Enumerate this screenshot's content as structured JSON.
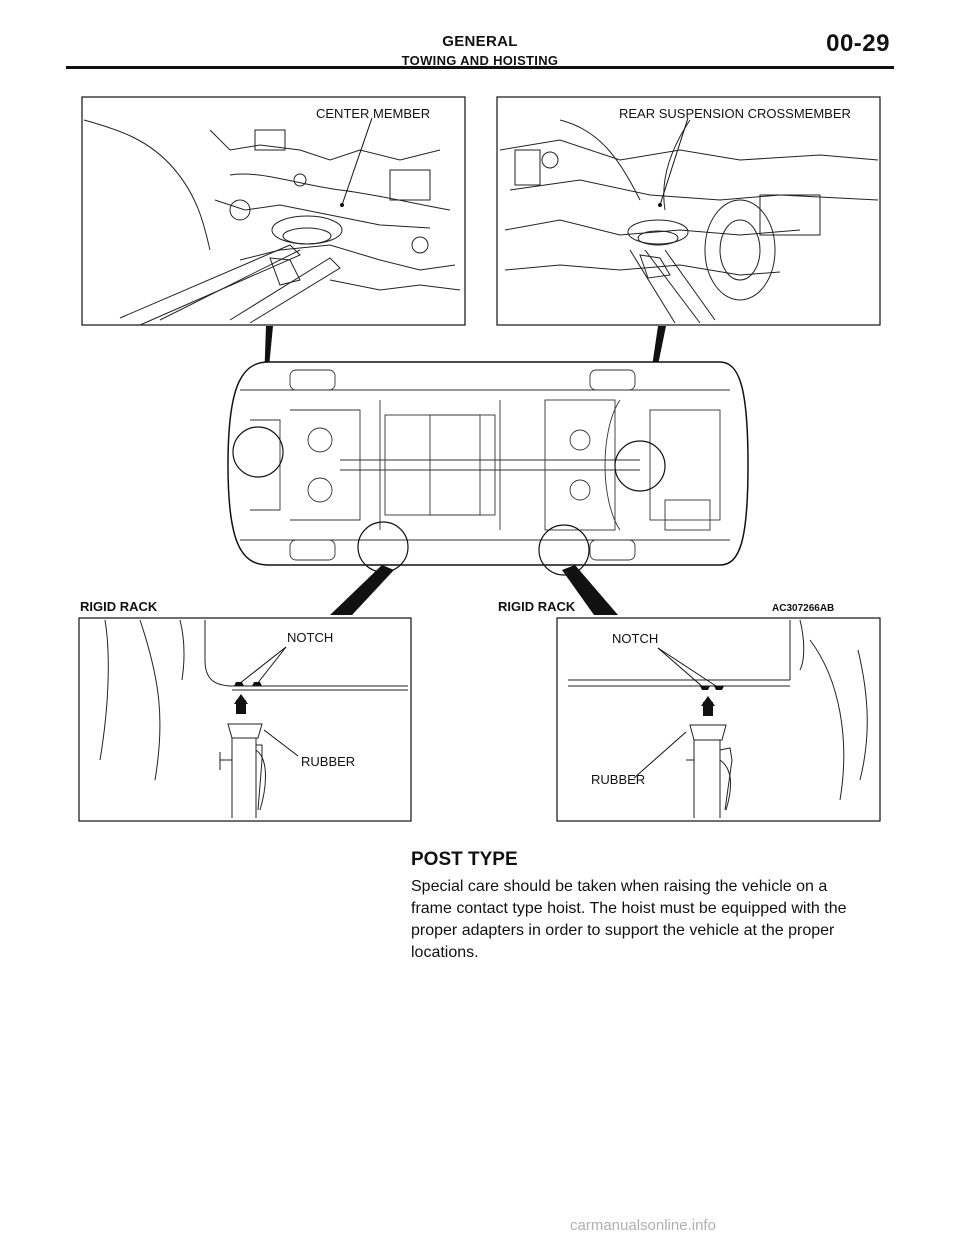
{
  "header": {
    "section": "GENERAL",
    "subsection": "TOWING AND HOISTING",
    "page_number": "00-29"
  },
  "figure": {
    "callouts": {
      "center_member": "CENTER MEMBER",
      "rear_crossmember": "REAR SUSPENSION CROSSMEMBER",
      "rigid_rack_left": "RIGID RACK",
      "rigid_rack_right": "RIGID RACK",
      "figure_id": "AC307266AB",
      "notch_left": "NOTCH",
      "rubber_left": "RUBBER",
      "notch_right": "NOTCH",
      "rubber_right": "RUBBER"
    }
  },
  "post_type": {
    "title": "POST TYPE",
    "lines": [
      "Special care should be taken when raising the vehicle on a",
      "frame contact type hoist. The hoist must be equipped with the",
      "proper adapters in order to support the vehicle at the proper",
      "locations."
    ]
  },
  "footer": {
    "watermark": "carmanualsonline.info"
  }
}
